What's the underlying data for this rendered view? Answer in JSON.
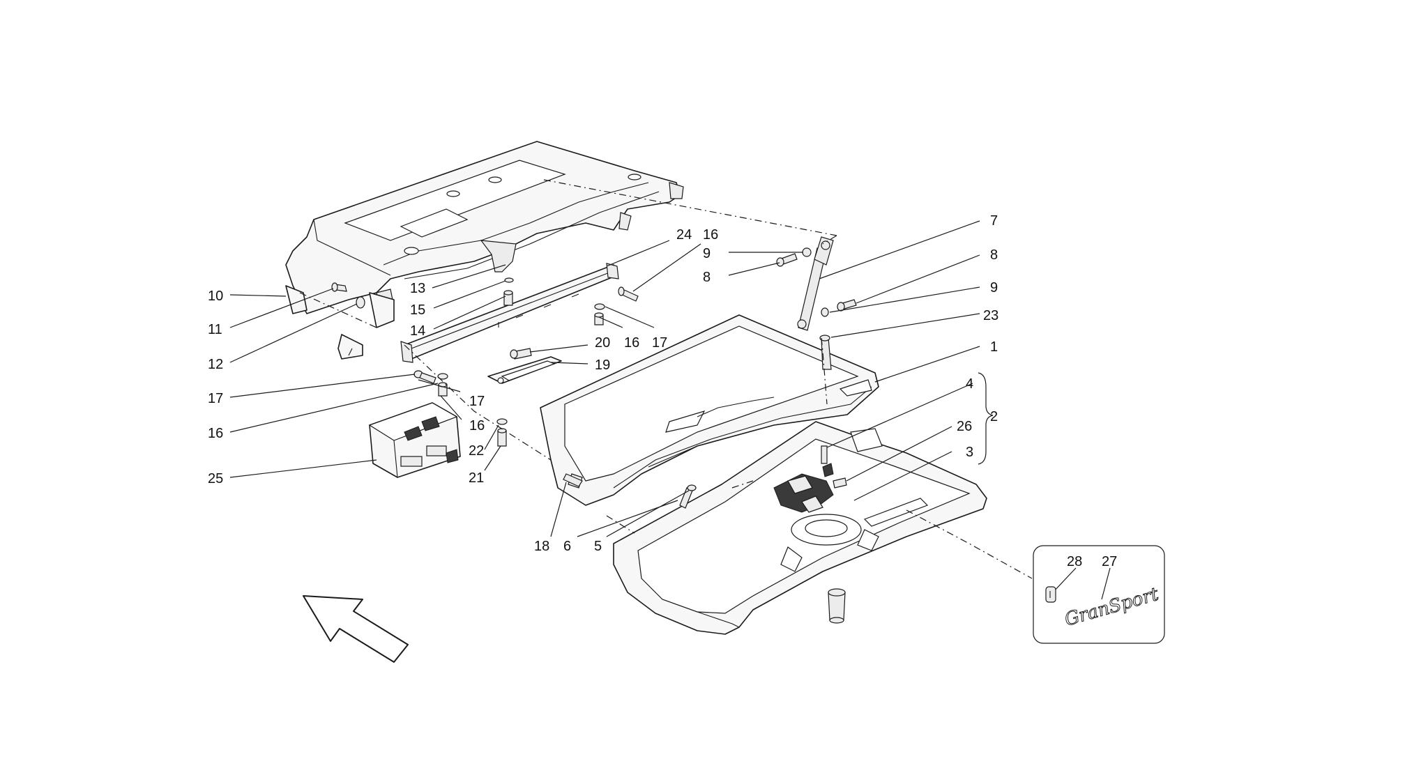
{
  "diagram": {
    "callouts": {
      "n1": "1",
      "n2": "2",
      "n3": "3",
      "n4": "4",
      "n5": "5",
      "n6": "6",
      "n7": "7",
      "n8a": "8",
      "n8b": "8",
      "n9a": "9",
      "n9b": "9",
      "n10": "10",
      "n11": "11",
      "n12": "12",
      "n13": "13",
      "n14": "14",
      "n15": "15",
      "n16a": "16",
      "n16b": "16",
      "n16c": "16",
      "n16d": "16",
      "n17a": "17",
      "n17b": "17",
      "n17c": "17",
      "n18": "18",
      "n19": "19",
      "n20": "20",
      "n21": "21",
      "n22": "22",
      "n23": "23",
      "n24": "24",
      "n25": "25",
      "n26": "26",
      "n27": "27",
      "n28": "28"
    },
    "badge_logo_text": "GranSport"
  }
}
